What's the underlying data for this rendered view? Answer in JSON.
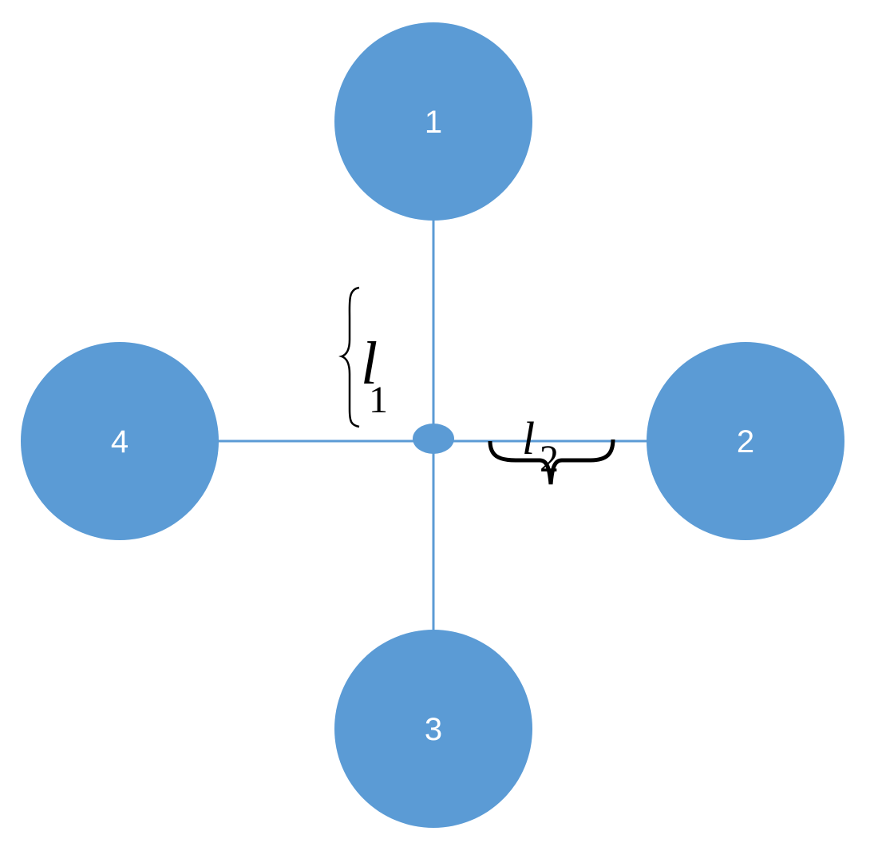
{
  "colors": {
    "node_fill": "#5b9bd5",
    "edge": "#5b9bd5",
    "label_text": "#ffffff",
    "math_text": "#000000"
  },
  "nodes": [
    {
      "id": "node-1",
      "label": "1"
    },
    {
      "id": "node-2",
      "label": "2"
    },
    {
      "id": "node-3",
      "label": "3"
    },
    {
      "id": "node-4",
      "label": "4"
    }
  ],
  "hub": {
    "label": ""
  },
  "annotations": {
    "l1": {
      "symbol": "l",
      "subscript": "1"
    },
    "l2": {
      "symbol": "l",
      "subscript": "2"
    }
  }
}
